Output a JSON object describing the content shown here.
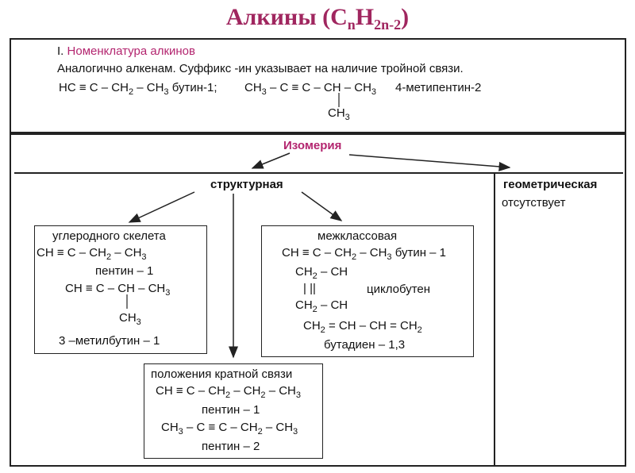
{
  "title": {
    "main": "Алкины (C",
    "n1": "n",
    "h": "H",
    "n2": "2n",
    "minus": "-2",
    "close": ")"
  },
  "nomenclature": {
    "heading_num": "I.",
    "heading": "Номенклатура алкинов",
    "desc": "Аналогично алкенам. Суффикс -ин указывает на наличие тройной связи.",
    "f1": "HC ≡ C – CH",
    "f1b": " – CH",
    "name1": "бутин-1;",
    "f2": "CH",
    "f2b": " – C ≡ C – CH – CH",
    "name2": "4-метипентин-2",
    "sub_ch3": "CH",
    "sub2": "2",
    "sub3": "3"
  },
  "isomerism": {
    "title": "Изомерия",
    "structural": "структурная",
    "geometric": "геометрическая",
    "geometric_desc": "отсутствует",
    "carbon_skeleton": {
      "heading": "углеродного скелета",
      "f1a": "CH ≡ C – CH",
      "f1b": " – CH",
      "name1": "пентин – 1",
      "f2a": "CH ≡ C – CH – CH",
      "f2sub": "CH",
      "name2": "3 –метилбутин – 1"
    },
    "interclass": {
      "heading": "межклассовая",
      "f1a": "CH ≡ C – CH",
      "f1b": " – CH",
      "name1": "бутин – 1",
      "c1a": "CH",
      "c1b": " – CH",
      "c2": "|      ||",
      "c3a": "CH",
      "c3b": " – CH",
      "name2": "циклобутен",
      "f3a": "CH",
      "f3b": " = CH – CH = CH",
      "name3": "бутадиен – 1,3"
    },
    "multiple_bond": {
      "heading": "положения кратной связи",
      "f1a": "CH ≡ C – CH",
      "f1b": " – CH",
      "f1c": " – CH",
      "name1": "пентин – 1",
      "f2a": "CH",
      "f2b": " – C ≡ C – CH",
      "f2c": " – CH",
      "name2": "пентин – 2"
    }
  }
}
